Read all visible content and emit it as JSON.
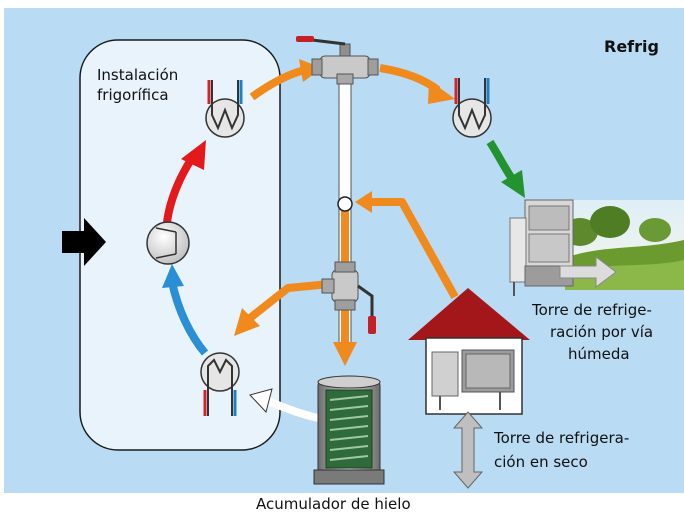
{
  "labels": {
    "title_partial": "Refrig",
    "installation_line1": "Instalación",
    "installation_line2": "frigorífica",
    "wet_tower_line1": "Torre de refrige-",
    "wet_tower_line2": "ración por vía",
    "wet_tower_line3": "húmeda",
    "dry_tower_line1": "Torre de refrigera-",
    "dry_tower_line2": "ción en seco",
    "ice_accumulator": "Acumulador de hielo"
  },
  "colors": {
    "background": "#b9dbf3",
    "installation_box": "#e9f3fb",
    "orange_flow": "#f08a1c",
    "red_flow": "#e3191b",
    "blue_flow": "#2a8fd4",
    "green_flow": "#22932f",
    "house_roof": "#a3171b",
    "pipe_red": "#d6202a",
    "pipe_blue": "#1f7fc4"
  },
  "icons": {
    "exchanger": "heat-exchanger-icon",
    "compressor": "compressor-icon",
    "valve": "three-way-valve-icon",
    "tank": "ice-storage-tank-icon",
    "wet_tower": "wet-cooling-tower-icon",
    "dry_tower": "dry-cooling-tower-icon"
  }
}
